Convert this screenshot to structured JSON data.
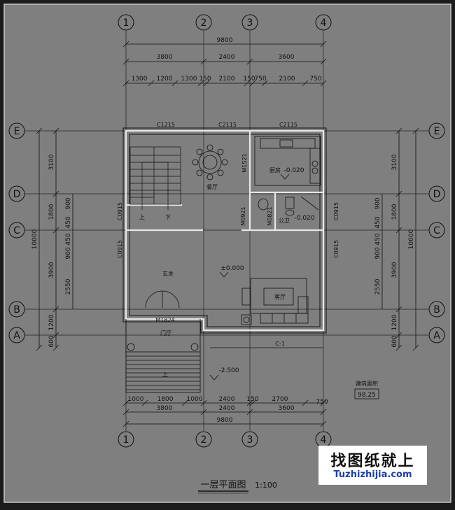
{
  "colors": {
    "paper": "#7f7f7f",
    "frame": "#1c1c1c",
    "ink": "#111111",
    "watermark_text": "#1b3fb0"
  },
  "axes": {
    "columns": [
      "1",
      "2",
      "3",
      "4"
    ],
    "rows": [
      "E",
      "D",
      "C",
      "B",
      "A"
    ]
  },
  "dims_top": {
    "total": "9800",
    "bays": [
      "3800",
      "2400",
      "3600"
    ],
    "details": [
      "1300",
      "1200",
      "1300",
      "150",
      "2100",
      "150",
      "750",
      "2100",
      "750"
    ]
  },
  "dims_bottom": {
    "details": [
      "1000",
      "1800",
      "1000",
      "2400",
      "150",
      "2700",
      "750"
    ],
    "bays": [
      "3800",
      "2400",
      "3600"
    ],
    "total": "9800"
  },
  "dims_left": {
    "total": "10000",
    "spans": [
      "3100",
      "1800",
      "3900",
      "1200",
      "600"
    ],
    "details": [
      "900",
      "450",
      "450",
      "900",
      "2550"
    ]
  },
  "dims_right": {
    "total": "10000",
    "spans": [
      "3100",
      "1800",
      "3900",
      "1200",
      "600"
    ],
    "details": [
      "900",
      "450",
      "450",
      "900",
      "2550"
    ]
  },
  "windows": [
    "C1215",
    "C2115",
    "C2115",
    "C0915",
    "C0915",
    "C0915",
    "C0915",
    "C-1"
  ],
  "doors": [
    "M1521",
    "M0921",
    "M0821",
    "M1824"
  ],
  "rooms": {
    "dining": "餐厅",
    "kitchen": "厨房",
    "bath": "公卫",
    "foyer": "玄关",
    "living": "客厅",
    "porch": "门厅"
  },
  "levels": [
    "-0.020",
    "-0.020",
    "±0.000",
    "-2.500"
  ],
  "stairs": {
    "up1": "上",
    "down1": "下",
    "up2": "上"
  },
  "area_box": {
    "label": "建筑面积",
    "value": "98.25"
  },
  "drawing_title": {
    "name": "一层平面图",
    "scale": "1:100"
  },
  "watermark": {
    "cn": "找图纸就上",
    "en": "Tuzhizhijia.com"
  }
}
